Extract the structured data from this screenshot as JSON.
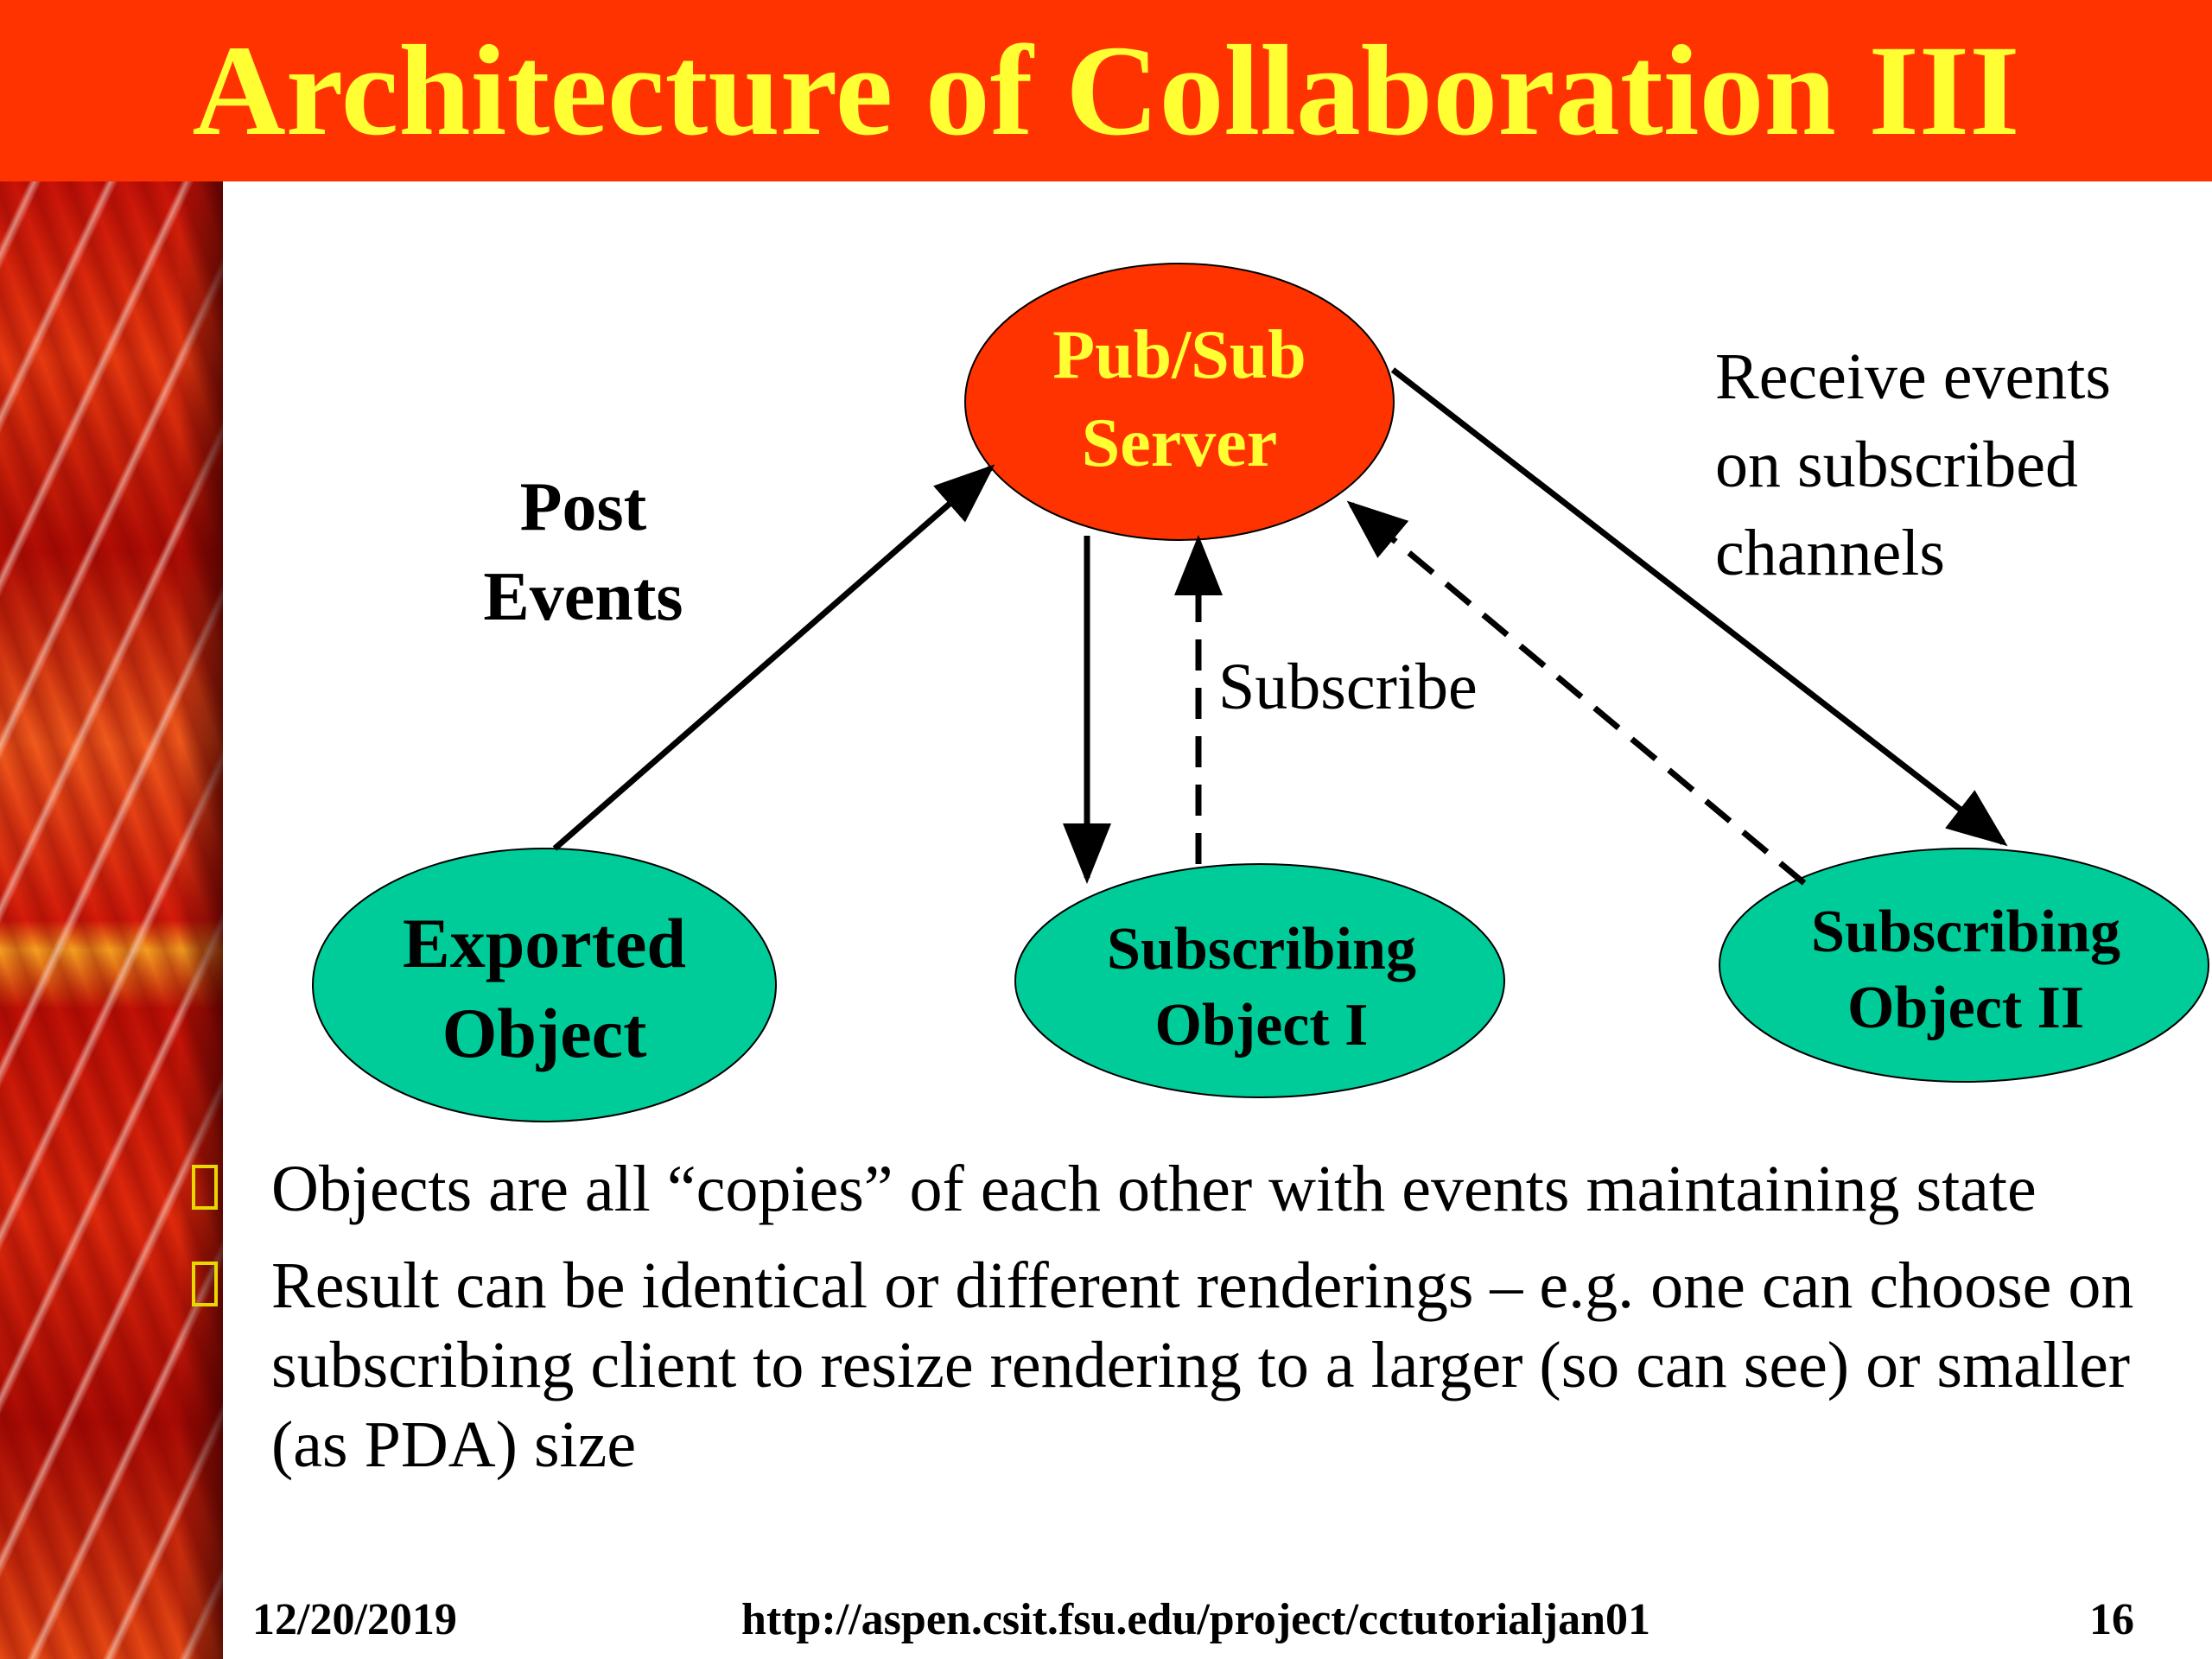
{
  "slide": {
    "title": "Architecture of Collaboration III",
    "colors": {
      "title_bar": "#ff3300",
      "title_text": "#ffff33",
      "server_node": "#ff3300",
      "object_nodes": "#00cc99"
    }
  },
  "diagram": {
    "nodes": {
      "server": {
        "line1": "Pub/Sub",
        "line2": "Server"
      },
      "exported": {
        "line1": "Exported",
        "line2": "Object"
      },
      "subscriber1": {
        "line1": "Subscribing",
        "line2": "Object I"
      },
      "subscriber2": {
        "line1": "Subscribing",
        "line2": "Object II"
      }
    },
    "edge_labels": {
      "post": {
        "line1": "Post",
        "line2": "Events"
      },
      "subscribe": "Subscribe",
      "receive": {
        "line1": "Receive events",
        "line2": "on subscribed",
        "line3": "channels"
      }
    }
  },
  "bullets": [
    {
      "text": "Objects are all “copies” of each other with events maintaining state"
    },
    {
      "text": "Result can be identical or different renderings – e.g. one can choose on subscribing client to resize rendering to a larger (so can see) or smaller (as PDA) size"
    }
  ],
  "footer": {
    "date": "12/20/2019",
    "url": "http://aspen.csit.fsu.edu/project/cctutorialjan01",
    "page": "16"
  }
}
